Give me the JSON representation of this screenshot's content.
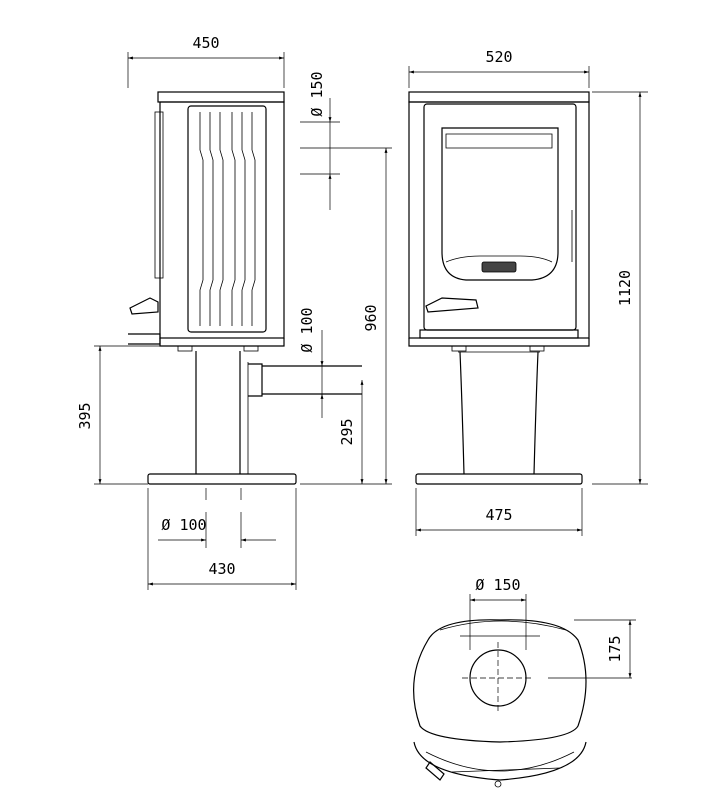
{
  "dimensions": {
    "side_width": "450",
    "front_width": "520",
    "flue_top_diameter": "Ø 150",
    "total_height": "1120",
    "flue_top_height": "960",
    "rear_flue_diameter": "Ø 100",
    "pedestal_height": "395",
    "rear_flue_height": "295",
    "base_front_width": "475",
    "base_side_width": "430",
    "air_inlet_diameter": "Ø 100",
    "plan_flue_diameter": "Ø 150",
    "plan_flue_offset": "175"
  }
}
